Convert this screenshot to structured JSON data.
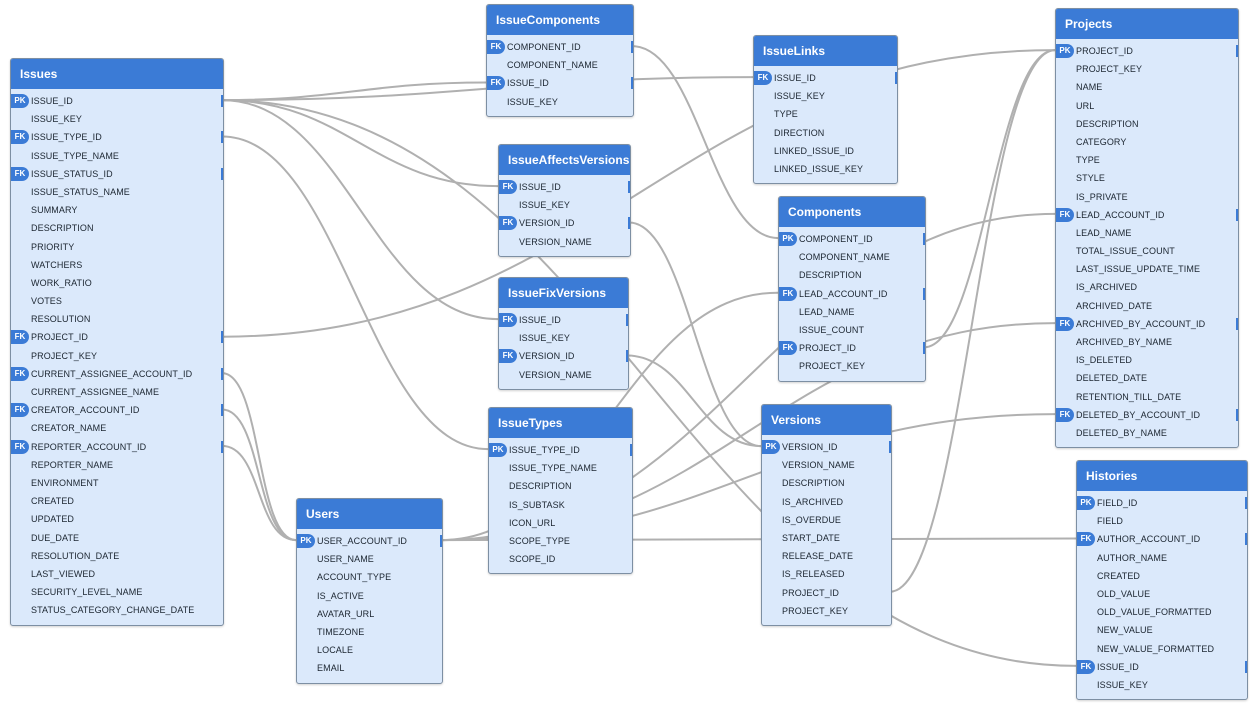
{
  "tables": [
    {
      "id": "Issues",
      "name": "Issues",
      "columns": [
        {
          "name": "ISSUE_ID",
          "key": "PK"
        },
        {
          "name": "ISSUE_KEY",
          "key": ""
        },
        {
          "name": "ISSUE_TYPE_ID",
          "key": "FK"
        },
        {
          "name": "ISSUE_TYPE_NAME",
          "key": ""
        },
        {
          "name": "ISSUE_STATUS_ID",
          "key": "FK"
        },
        {
          "name": "ISSUE_STATUS_NAME",
          "key": ""
        },
        {
          "name": "SUMMARY",
          "key": ""
        },
        {
          "name": "DESCRIPTION",
          "key": ""
        },
        {
          "name": "PRIORITY",
          "key": ""
        },
        {
          "name": "WATCHERS",
          "key": ""
        },
        {
          "name": "WORK_RATIO",
          "key": ""
        },
        {
          "name": "VOTES",
          "key": ""
        },
        {
          "name": "RESOLUTION",
          "key": ""
        },
        {
          "name": "PROJECT_ID",
          "key": "FK"
        },
        {
          "name": "PROJECT_KEY",
          "key": ""
        },
        {
          "name": "CURRENT_ASSIGNEE_ACCOUNT_ID",
          "key": "FK"
        },
        {
          "name": "CURRENT_ASSIGNEE_NAME",
          "key": ""
        },
        {
          "name": "CREATOR_ACCOUNT_ID",
          "key": "FK"
        },
        {
          "name": "CREATOR_NAME",
          "key": ""
        },
        {
          "name": "REPORTER_ACCOUNT_ID",
          "key": "FK"
        },
        {
          "name": "REPORTER_NAME",
          "key": ""
        },
        {
          "name": "ENVIRONMENT",
          "key": ""
        },
        {
          "name": "CREATED",
          "key": ""
        },
        {
          "name": "UPDATED",
          "key": ""
        },
        {
          "name": "DUE_DATE",
          "key": ""
        },
        {
          "name": "RESOLUTION_DATE",
          "key": ""
        },
        {
          "name": "LAST_VIEWED",
          "key": ""
        },
        {
          "name": "SECURITY_LEVEL_NAME",
          "key": ""
        },
        {
          "name": "STATUS_CATEGORY_CHANGE_DATE",
          "key": ""
        }
      ]
    },
    {
      "id": "IssueComponents",
      "name": "IssueComponents",
      "columns": [
        {
          "name": "COMPONENT_ID",
          "key": "FK"
        },
        {
          "name": "COMPONENT_NAME",
          "key": ""
        },
        {
          "name": "ISSUE_ID",
          "key": "FK"
        },
        {
          "name": "ISSUE_KEY",
          "key": ""
        }
      ]
    },
    {
      "id": "IssueAffectsVersions",
      "name": "IssueAffectsVersions",
      "columns": [
        {
          "name": "ISSUE_ID",
          "key": "FK"
        },
        {
          "name": "ISSUE_KEY",
          "key": ""
        },
        {
          "name": "VERSION_ID",
          "key": "FK"
        },
        {
          "name": "VERSION_NAME",
          "key": ""
        }
      ]
    },
    {
      "id": "IssueFixVersions",
      "name": "IssueFixVersions",
      "columns": [
        {
          "name": "ISSUE_ID",
          "key": "FK"
        },
        {
          "name": "ISSUE_KEY",
          "key": ""
        },
        {
          "name": "VERSION_ID",
          "key": "FK"
        },
        {
          "name": "VERSION_NAME",
          "key": ""
        }
      ]
    },
    {
      "id": "IssueTypes",
      "name": "IssueTypes",
      "columns": [
        {
          "name": "ISSUE_TYPE_ID",
          "key": "PK"
        },
        {
          "name": "ISSUE_TYPE_NAME",
          "key": ""
        },
        {
          "name": "DESCRIPTION",
          "key": ""
        },
        {
          "name": "IS_SUBTASK",
          "key": ""
        },
        {
          "name": "ICON_URL",
          "key": ""
        },
        {
          "name": "SCOPE_TYPE",
          "key": ""
        },
        {
          "name": "SCOPE_ID",
          "key": ""
        }
      ]
    },
    {
      "id": "Users",
      "name": "Users",
      "columns": [
        {
          "name": "USER_ACCOUNT_ID",
          "key": "PK"
        },
        {
          "name": "USER_NAME",
          "key": ""
        },
        {
          "name": "ACCOUNT_TYPE",
          "key": ""
        },
        {
          "name": "IS_ACTIVE",
          "key": ""
        },
        {
          "name": "AVATAR_URL",
          "key": ""
        },
        {
          "name": "TIMEZONE",
          "key": ""
        },
        {
          "name": "LOCALE",
          "key": ""
        },
        {
          "name": "EMAIL",
          "key": ""
        }
      ]
    },
    {
      "id": "IssueLinks",
      "name": "IssueLinks",
      "columns": [
        {
          "name": "ISSUE_ID",
          "key": "FK"
        },
        {
          "name": "ISSUE_KEY",
          "key": ""
        },
        {
          "name": "TYPE",
          "key": ""
        },
        {
          "name": "DIRECTION",
          "key": ""
        },
        {
          "name": "LINKED_ISSUE_ID",
          "key": ""
        },
        {
          "name": "LINKED_ISSUE_KEY",
          "key": ""
        }
      ]
    },
    {
      "id": "Components",
      "name": "Components",
      "columns": [
        {
          "name": "COMPONENT_ID",
          "key": "PK"
        },
        {
          "name": "COMPONENT_NAME",
          "key": ""
        },
        {
          "name": "DESCRIPTION",
          "key": ""
        },
        {
          "name": "LEAD_ACCOUNT_ID",
          "key": "FK"
        },
        {
          "name": "LEAD_NAME",
          "key": ""
        },
        {
          "name": "ISSUE_COUNT",
          "key": ""
        },
        {
          "name": "PROJECT_ID",
          "key": "FK"
        },
        {
          "name": "PROJECT_KEY",
          "key": ""
        }
      ]
    },
    {
      "id": "Versions",
      "name": "Versions",
      "columns": [
        {
          "name": "VERSION_ID",
          "key": "PK"
        },
        {
          "name": "VERSION_NAME",
          "key": ""
        },
        {
          "name": "DESCRIPTION",
          "key": ""
        },
        {
          "name": "IS_ARCHIVED",
          "key": ""
        },
        {
          "name": "IS_OVERDUE",
          "key": ""
        },
        {
          "name": "START_DATE",
          "key": ""
        },
        {
          "name": "RELEASE_DATE",
          "key": ""
        },
        {
          "name": "IS_RELEASED",
          "key": ""
        },
        {
          "name": "PROJECT_ID",
          "key": ""
        },
        {
          "name": "PROJECT_KEY",
          "key": ""
        }
      ]
    },
    {
      "id": "Projects",
      "name": "Projects",
      "columns": [
        {
          "name": "PROJECT_ID",
          "key": "PK"
        },
        {
          "name": "PROJECT_KEY",
          "key": ""
        },
        {
          "name": "NAME",
          "key": ""
        },
        {
          "name": "URL",
          "key": ""
        },
        {
          "name": "DESCRIPTION",
          "key": ""
        },
        {
          "name": "CATEGORY",
          "key": ""
        },
        {
          "name": "TYPE",
          "key": ""
        },
        {
          "name": "STYLE",
          "key": ""
        },
        {
          "name": "IS_PRIVATE",
          "key": ""
        },
        {
          "name": "LEAD_ACCOUNT_ID",
          "key": "FK"
        },
        {
          "name": "LEAD_NAME",
          "key": ""
        },
        {
          "name": "TOTAL_ISSUE_COUNT",
          "key": ""
        },
        {
          "name": "LAST_ISSUE_UPDATE_TIME",
          "key": ""
        },
        {
          "name": "IS_ARCHIVED",
          "key": ""
        },
        {
          "name": "ARCHIVED_DATE",
          "key": ""
        },
        {
          "name": "ARCHIVED_BY_ACCOUNT_ID",
          "key": "FK"
        },
        {
          "name": "ARCHIVED_BY_NAME",
          "key": ""
        },
        {
          "name": "IS_DELETED",
          "key": ""
        },
        {
          "name": "DELETED_DATE",
          "key": ""
        },
        {
          "name": "RETENTION_TILL_DATE",
          "key": ""
        },
        {
          "name": "DELETED_BY_ACCOUNT_ID",
          "key": "FK"
        },
        {
          "name": "DELETED_BY_NAME",
          "key": ""
        }
      ]
    },
    {
      "id": "Histories",
      "name": "Histories",
      "columns": [
        {
          "name": "FIELD_ID",
          "key": "PK"
        },
        {
          "name": "FIELD",
          "key": ""
        },
        {
          "name": "AUTHOR_ACCOUNT_ID",
          "key": "FK"
        },
        {
          "name": "AUTHOR_NAME",
          "key": ""
        },
        {
          "name": "CREATED",
          "key": ""
        },
        {
          "name": "OLD_VALUE",
          "key": ""
        },
        {
          "name": "OLD_VALUE_FORMATTED",
          "key": ""
        },
        {
          "name": "NEW_VALUE",
          "key": ""
        },
        {
          "name": "NEW_VALUE_FORMATTED",
          "key": ""
        },
        {
          "name": "ISSUE_ID",
          "key": "FK"
        },
        {
          "name": "ISSUE_KEY",
          "key": ""
        }
      ]
    }
  ],
  "relationships": [
    {
      "from": "Issues.ISSUE_ID",
      "to": "IssueComponents.ISSUE_ID"
    },
    {
      "from": "Issues.ISSUE_ID",
      "to": "IssueAffectsVersions.ISSUE_ID"
    },
    {
      "from": "Issues.ISSUE_ID",
      "to": "IssueFixVersions.ISSUE_ID"
    },
    {
      "from": "Issues.ISSUE_ID",
      "to": "IssueLinks.ISSUE_ID"
    },
    {
      "from": "Issues.ISSUE_ID",
      "to": "Histories.ISSUE_ID"
    },
    {
      "from": "Issues.ISSUE_TYPE_ID",
      "to": "IssueTypes.ISSUE_TYPE_ID"
    },
    {
      "from": "Issues.PROJECT_ID",
      "to": "Projects.PROJECT_ID"
    },
    {
      "from": "Issues.CURRENT_ASSIGNEE_ACCOUNT_ID",
      "to": "Users.USER_ACCOUNT_ID"
    },
    {
      "from": "Issues.CREATOR_ACCOUNT_ID",
      "to": "Users.USER_ACCOUNT_ID"
    },
    {
      "from": "Issues.REPORTER_ACCOUNT_ID",
      "to": "Users.USER_ACCOUNT_ID"
    },
    {
      "from": "IssueComponents.COMPONENT_ID",
      "to": "Components.COMPONENT_ID"
    },
    {
      "from": "IssueAffectsVersions.VERSION_ID",
      "to": "Versions.VERSION_ID"
    },
    {
      "from": "IssueFixVersions.VERSION_ID",
      "to": "Versions.VERSION_ID"
    },
    {
      "from": "Components.PROJECT_ID",
      "to": "Projects.PROJECT_ID"
    },
    {
      "from": "Components.LEAD_ACCOUNT_ID",
      "to": "Users.USER_ACCOUNT_ID"
    },
    {
      "from": "Projects.LEAD_ACCOUNT_ID",
      "to": "Users.USER_ACCOUNT_ID"
    },
    {
      "from": "Projects.ARCHIVED_BY_ACCOUNT_ID",
      "to": "Users.USER_ACCOUNT_ID"
    },
    {
      "from": "Projects.DELETED_BY_ACCOUNT_ID",
      "to": "Users.USER_ACCOUNT_ID"
    },
    {
      "from": "Histories.AUTHOR_ACCOUNT_ID",
      "to": "Users.USER_ACCOUNT_ID"
    },
    {
      "from": "Versions.PROJECT_ID",
      "to": "Projects.PROJECT_ID"
    }
  ],
  "colors": {
    "header": "#3b7bd6",
    "body": "#dbe9fb",
    "line": "#b0b0b0",
    "border": "#7d8fa3"
  }
}
